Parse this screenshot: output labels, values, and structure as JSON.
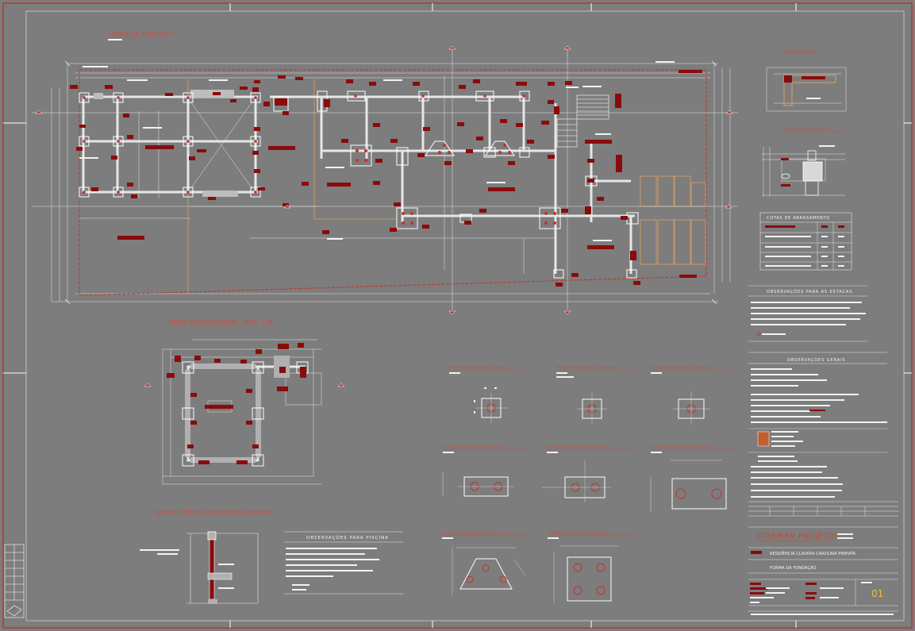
{
  "titles": {
    "forma_fundacao": "FORMA DA FUNDAÇÃO",
    "forma_piscina": "FORMA FUNDAÇÃO PISCINA - NIVEL -1.50",
    "detalhe_paredes": "DETALHE GENÉRICO DAS PAREDES DA PISCINA",
    "detalhe_planta": "DETALHE EM PLANTA",
    "corte_blocos": "CORTE GENÉRICO DOS BLOCOS"
  },
  "block_details": [
    "DETALHE DOS BLOCOS DE 1 ESTACA (A1)",
    "DETALHE DOS BLOCOS DE 1 ESTACA (A2)",
    "DETALHE DOS BLOCOS DE 1 ESTACA (A3)",
    "DETALHE DOS BLOCOS DE 2 ESTACAS (B1)",
    "DETALHE DOS BLOCOS DE 2 ESTACAS (B2)",
    "DETALHE DOS BLOCOS DE 2 ESTACAS (B3)",
    "DETALHE DOS BLOCOS DE 3 ESTACAS (C1)",
    "DETALHE DOS BLOCOS DE 4 ESTACAS (D1)"
  ],
  "panels": {
    "cotas": "COTAS DE ARRASAMENTO",
    "obs_estacas": "OBSERVAÇÕES PARA AS ESTACAS",
    "obs_gerais": "OBSERVAÇÕES GERAIS",
    "obs_piscina": "OBSERVAÇÕES PARA PISCINA"
  },
  "title_block": {
    "company": "STERMAN PROJETOS",
    "project": "RESIDÊNCIA CLAUDIA CAROLINA PINHATA",
    "drawing": "FORMA DA FUNDAÇÃO",
    "sheet_number": "01"
  },
  "colors": {
    "background": "#7d7d7d",
    "frame": "#c0342a",
    "drawing_line": "#e6e6e6",
    "block_fill": "#8a0b0b",
    "orange": "#e0a060",
    "text_red": "#e04030"
  }
}
